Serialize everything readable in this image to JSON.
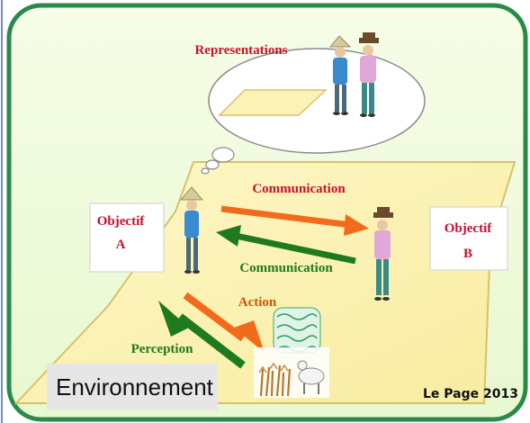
{
  "labels": {
    "representations": "Representations",
    "communication_top": "Communication",
    "communication_bottom": "Communication",
    "action": "Action",
    "perception": "Perception",
    "objectif_a_line1": "Objectif",
    "objectif_a_line2": "A",
    "objectif_b_line1": "Objectif",
    "objectif_b_line2": "B",
    "environnement": "Environnement",
    "credit": "Le Page 2013"
  },
  "colors": {
    "frame_border": "#2a8a4a",
    "frame_fill_top": "#f2fbe0",
    "plane_fill": "#fbf2b8",
    "plane_stroke": "#d8c268",
    "arrow_orange": "#f26b1d",
    "arrow_green": "#1f7a1f",
    "text_red": "#c8102e"
  },
  "icons": [
    "person-a-icon",
    "person-b-icon",
    "person-pair-icon",
    "vegetation-icon",
    "livestock-icon"
  ]
}
